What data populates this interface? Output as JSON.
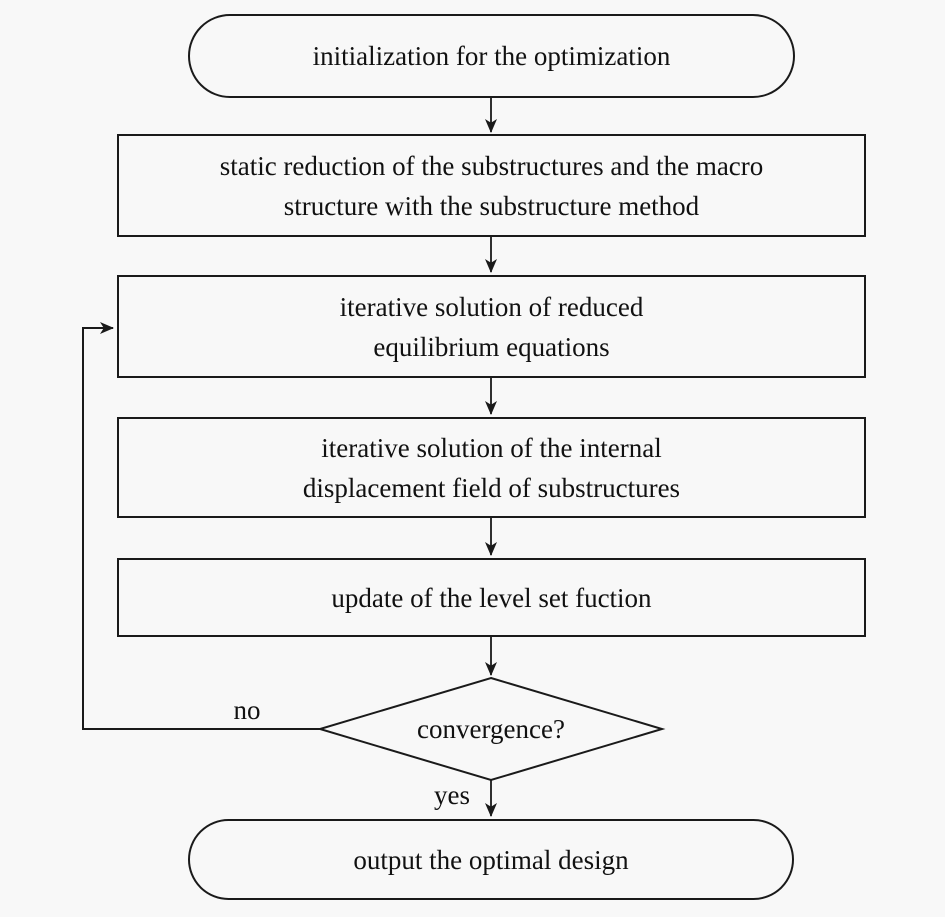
{
  "diagram": {
    "type": "flowchart",
    "background_color": "#f8f8f8",
    "line_color": "#1a1a1a",
    "text_color": "#111111",
    "nodes": {
      "start": {
        "shape": "stadium",
        "label": "initialization for the optimization"
      },
      "static_reduction": {
        "shape": "rect",
        "label": "static reduction of the substructures and the macro\nstructure with the substructure method"
      },
      "reduced_equilibrium": {
        "shape": "rect",
        "label": "iterative solution of reduced\nequilibrium equations"
      },
      "internal_displacement": {
        "shape": "rect",
        "label": "iterative solution of the internal\ndisplacement field of substructures"
      },
      "update_level_set": {
        "shape": "rect",
        "label": "update of the level set fuction"
      },
      "convergence": {
        "shape": "diamond",
        "label": "convergence?"
      },
      "output": {
        "shape": "stadium",
        "label": "output the optimal design"
      }
    },
    "edges": {
      "no_label": "no",
      "yes_label": "yes"
    }
  }
}
